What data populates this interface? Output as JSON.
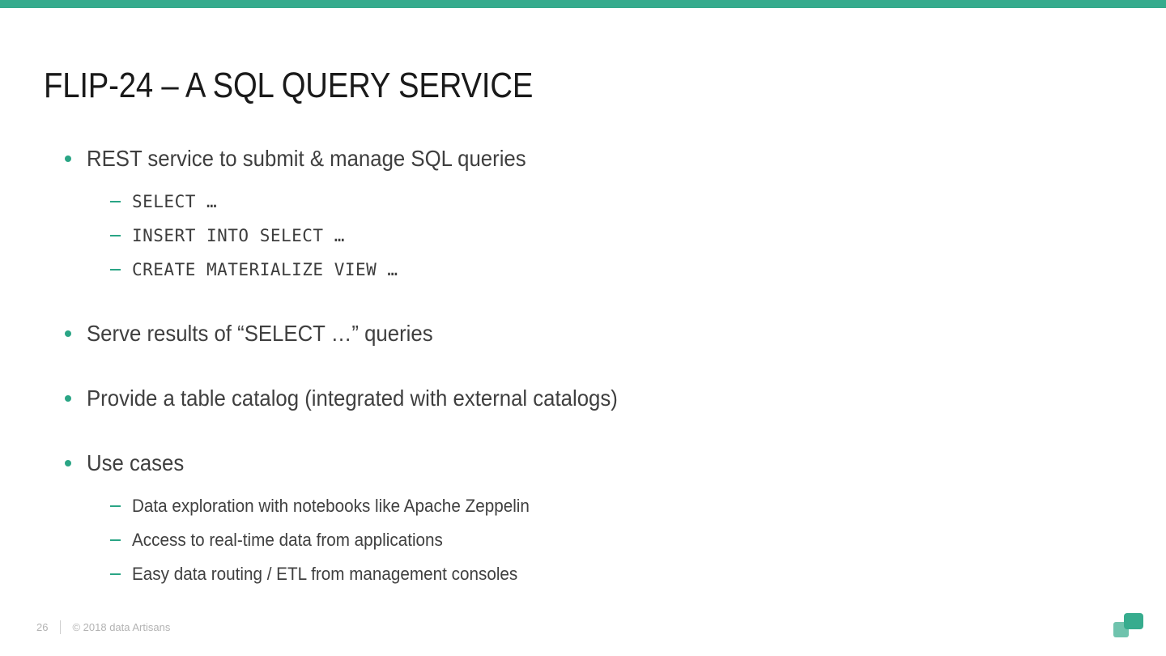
{
  "theme": {
    "accent": "#36ab8d",
    "bullet": "#2aa585",
    "title_color": "#1a1a1a",
    "body_color": "#3f3f3f",
    "footer_color": "#b3b3b3",
    "background": "#ffffff"
  },
  "slide": {
    "title": "FLIP-24 – A SQL QUERY SERVICE",
    "blocks": [
      {
        "bullet": "REST service to submit & manage SQL queries",
        "sub_style": "mono",
        "sub": [
          "SELECT …",
          "INSERT INTO SELECT …",
          "CREATE MATERIALIZE VIEW …"
        ]
      },
      {
        "bullet": "Serve results of “SELECT …” queries",
        "sub_style": "text",
        "sub": []
      },
      {
        "bullet": "Provide a table catalog (integrated with external catalogs)",
        "sub_style": "text",
        "sub": []
      },
      {
        "bullet": "Use cases",
        "sub_style": "text",
        "sub": [
          "Data exploration with notebooks like Apache Zeppelin",
          "Access to real-time data from applications",
          "Easy data routing / ETL from management consoles"
        ]
      }
    ]
  },
  "footer": {
    "page_number": "26",
    "copyright": "© 2018 data Artisans"
  },
  "logo": {
    "name": "data-artisans-logo",
    "front_color": "#37ac8e",
    "back_color": "#5cbfa6"
  }
}
